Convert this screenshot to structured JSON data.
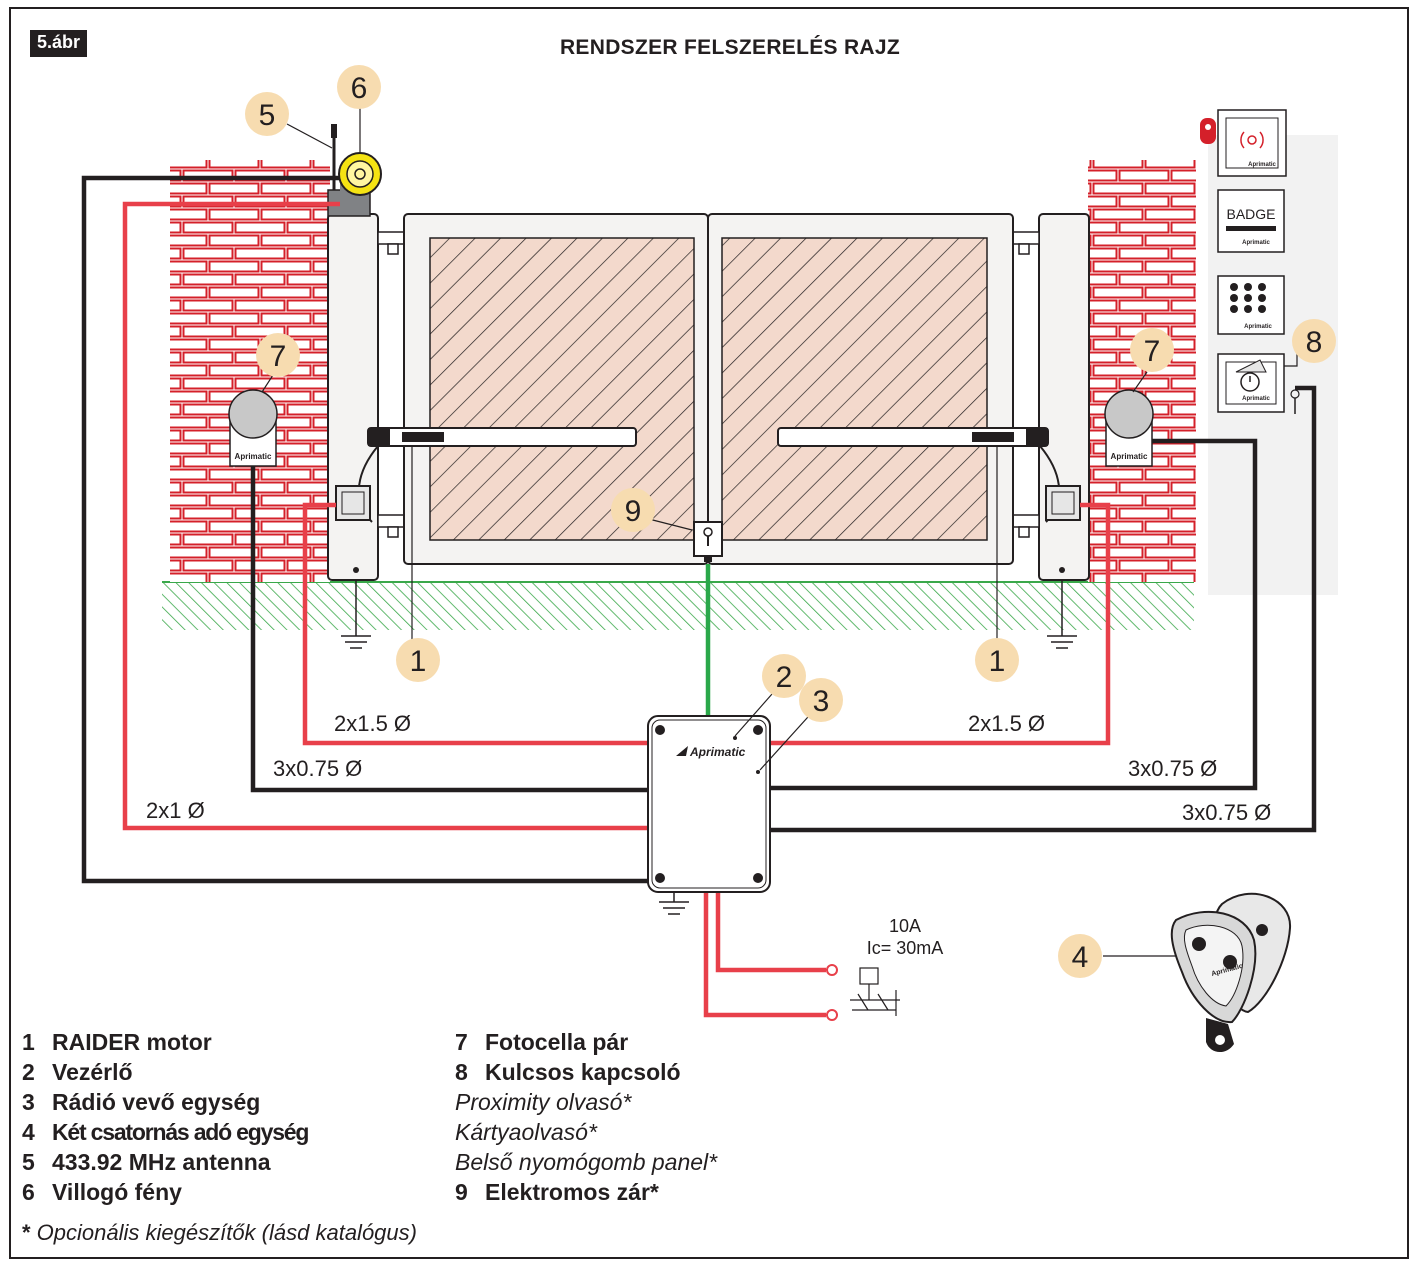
{
  "figure_tag": "5.ábr",
  "title": "RENDSZER FELSZERELÉS RAJZ",
  "colors": {
    "cable_red": "#e8404a",
    "cable_black": "#231f20",
    "cable_green": "#2aa84a",
    "brick": "#d4202a",
    "callout_fill": "#f7dcb0",
    "gate_panel": "#f3d9cc",
    "ground_hatch": "#3aa84a"
  },
  "callouts": {
    "c1": "1",
    "c2": "2",
    "c3": "3",
    "c4": "4",
    "c5": "5",
    "c6": "6",
    "c7": "7",
    "c8": "8",
    "c9": "9"
  },
  "cables": {
    "left_red": "2x1.5 Ø",
    "left_black": "3x0.75 Ø",
    "left_outer": "2x1 Ø",
    "right_red": "2x1.5 Ø",
    "right_black": "3x0.75 Ø",
    "right_outer": "3x0.75 Ø"
  },
  "power": {
    "current": "10A",
    "ic": "Ic= 30mA"
  },
  "device_text": {
    "brand": "Aprimatic",
    "badge": "BADGE"
  },
  "icons": [
    "antenna-icon",
    "flashing-light-icon",
    "photocell-icon",
    "proximity-reader-icon",
    "badge-reader-icon",
    "keypad-icon",
    "key-switch-icon",
    "remote-control-icon",
    "ground-symbol-icon",
    "breaker-icon"
  ],
  "legend_left": [
    {
      "num": "1",
      "text": "RAIDER motor"
    },
    {
      "num": "2",
      "text": "Vezérlő"
    },
    {
      "num": "3",
      "text": "Rádió vevő egység"
    },
    {
      "num": "4",
      "text": "Két csatornás adó egység"
    },
    {
      "num": "5",
      "text": "433.92 MHz antenna"
    },
    {
      "num": "6",
      "text": "Villogó fény"
    }
  ],
  "legend_right": [
    {
      "num": "7",
      "text": "Fotocella pár"
    },
    {
      "num": "8",
      "text": "Kulcsos kapcsoló"
    },
    {
      "num": "",
      "text": "Proximity olvasó*"
    },
    {
      "num": "",
      "text": "Kártyaolvasó*"
    },
    {
      "num": "",
      "text": "Belső nyomógomb panel*"
    },
    {
      "num": "9",
      "text": "Elektromos zár*"
    }
  ],
  "footnote": {
    "star": "*",
    "text": " Opcionális kiegészítők (lásd katalógus)"
  }
}
